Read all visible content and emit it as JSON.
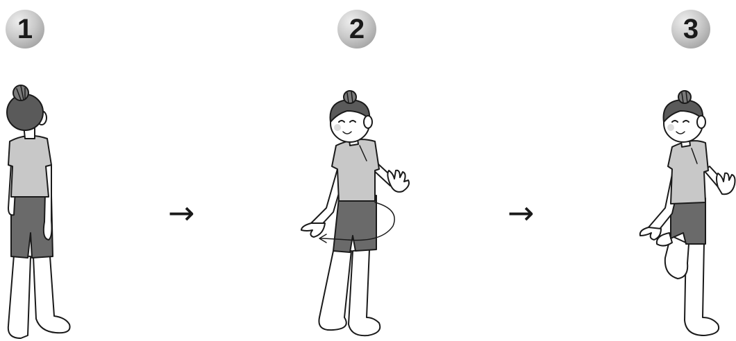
{
  "steps": [
    {
      "number": "1"
    },
    {
      "number": "2"
    },
    {
      "number": "3"
    }
  ],
  "arrows": [
    "→",
    "→"
  ],
  "colors": {
    "shirt": "#c8c8c8",
    "shorts": "#6a6a6a",
    "hair": "#5a5a5a",
    "outline": "#1a1a1a",
    "skin": "#ffffff"
  }
}
